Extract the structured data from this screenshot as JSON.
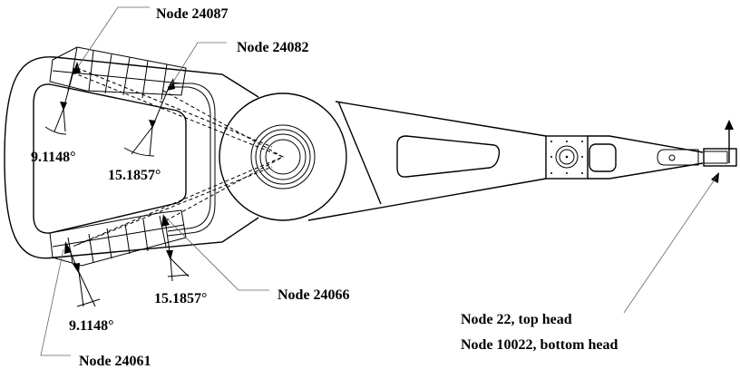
{
  "labels": {
    "node_24087": "Node 24087",
    "node_24082": "Node 24082",
    "node_24066": "Node 24066",
    "node_24061": "Node 24061",
    "node_22": "Node 22, top head",
    "node_10022": "Node 10022, bottom head"
  },
  "angles": {
    "top_outer": "9.1148°",
    "top_inner": "15.1857°",
    "bottom_inner": "15.1857°",
    "bottom_outer": "9.1148°"
  }
}
